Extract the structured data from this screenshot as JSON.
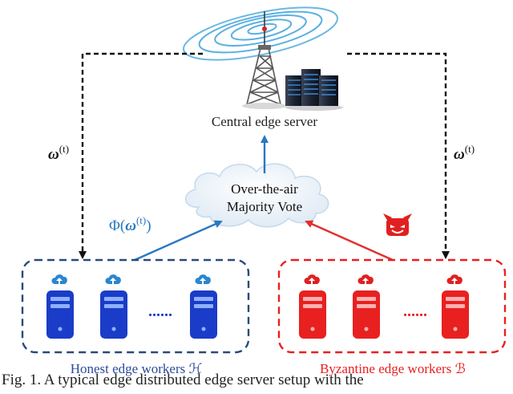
{
  "server_label": "Central edge server",
  "aggregation_label_line1": "Over-the-air",
  "aggregation_label_line2": "Majority Vote",
  "broadcast_label_left": "ω",
  "broadcast_label_right": "ω",
  "broadcast_superscript": "(t)",
  "upload_label_prefix": "Φ(",
  "upload_label_omega": "ω",
  "upload_label_sup": "(t)",
  "upload_label_suffix": ")",
  "honest_dots": "......",
  "byzantine_dots": "......",
  "honest_group_label": "Honest edge workers ℋ",
  "byzantine_group_label": "Byzantine edge workers ℬ",
  "caption_text": "Fig. 1.  A typical edge distributed edge server setup with the",
  "colors": {
    "honest": "#1a3cc8",
    "honest_border": "#2a4a7a",
    "honest_arrow": "#2a78c0",
    "byzantine": "#e82020",
    "byzantine_arrow": "#e03030",
    "broadcast_arrow": "#111111"
  },
  "icons": {
    "tower": "radio-tower-icon",
    "server_rack": "server-rack-icon",
    "cloud": "cloud-icon",
    "worker": "computer-tower-icon",
    "upload": "cloud-upload-icon",
    "devil": "devil-icon"
  }
}
